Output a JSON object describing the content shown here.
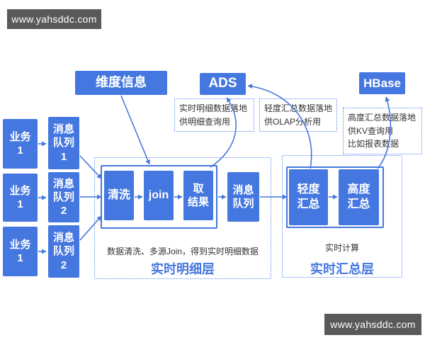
{
  "colors": {
    "box_blue": "#4577e0",
    "line_blue": "#4577dd",
    "dashed_blue": "#5b8bee",
    "text_dark": "#333333",
    "label_blue": "#4577e0",
    "wm_bg": "#595959"
  },
  "watermarks": {
    "top_left": "www.yahsddc.com",
    "bottom_right": "www.yahsddc.com"
  },
  "nodes": {
    "dimension": "维度信息",
    "ads": "ADS",
    "hbase": "HBase",
    "clean": "清洗",
    "join": "join",
    "result": "取\n结果",
    "mid_queue": "消息\n队列",
    "light_agg": "轻度\n汇总",
    "high_agg": "高度\n汇总"
  },
  "sources": [
    {
      "biz": "业务\n1",
      "queue": "消息\n队列\n1"
    },
    {
      "biz": "业务\n1",
      "queue": "消息\n队列\n2"
    },
    {
      "biz": "业务\n1",
      "queue": "消息\n队列\n2"
    }
  ],
  "annotations": {
    "detail": "实时明细数据落地\n供明细查询用",
    "light": "轻度汇总数据落地\n供OLAP分析用",
    "high": "高度汇总数据落地\n供KV查询用\n比如报表数据"
  },
  "detail_layer": {
    "note": "数据清洗、多源Join，得到实时明细数据",
    "title": "实时明细层"
  },
  "summary_layer": {
    "note": "实时计算",
    "title": "实时汇总层"
  }
}
